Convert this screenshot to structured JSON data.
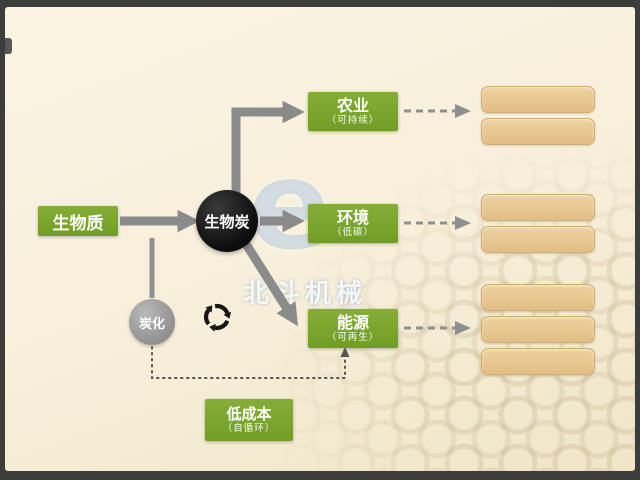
{
  "watermark": {
    "brand": "北斗机械",
    "logo_letter": "e"
  },
  "nodes": {
    "biomass": {
      "label": "生物质"
    },
    "biochar": {
      "label": "生物炭"
    },
    "carbonization": {
      "label": "炭化"
    },
    "lowcost": {
      "label": "低成本",
      "sub": "（自循环）"
    }
  },
  "branches": [
    {
      "id": "agriculture",
      "label": "农业",
      "sub": "（可持续）",
      "placeholders": 2
    },
    {
      "id": "environment",
      "label": "环境",
      "sub": "（低碳）",
      "placeholders": 2
    },
    {
      "id": "energy",
      "label": "能源",
      "sub": "（可再生）",
      "placeholders": 3
    }
  ],
  "icons": {
    "recycle": "circular-arrows"
  },
  "colors": {
    "green": "#7aa42d",
    "biochar_black": "#141414",
    "carbonization_gray": "#9b9b9b",
    "arrow_gray": "#8b8b8b",
    "tan_fill": "#e9c795",
    "tan_border": "#cfae72",
    "background": "#f7efdb",
    "frame": "#3d3d3c"
  }
}
